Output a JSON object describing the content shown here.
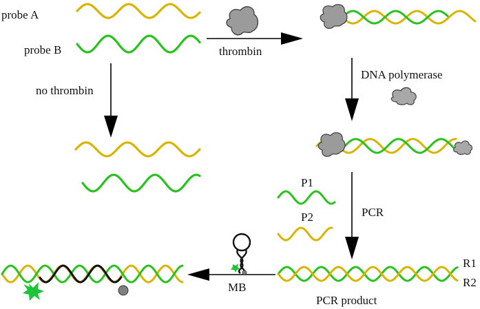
{
  "labels": {
    "probe_a": "probe A",
    "probe_b": "probe B",
    "thrombin": "thrombin",
    "no_thrombin": "no thrombin",
    "dna_polymerase": "DNA polymerase",
    "p1": "P1",
    "p2": "P2",
    "pcr": "PCR",
    "r1": "R1",
    "r2": "R2",
    "pcr_product": "PCR product",
    "mb": "MB"
  },
  "colors": {
    "yellow_strand": "#d8b400",
    "green_strand": "#27c21c",
    "black_strand": "#111111",
    "protein_fill": "#9b9b9b",
    "protein_stroke": "#444444",
    "fluorophore": "#1ec43a",
    "quencher": "#808080"
  },
  "icons": {
    "thrombin": "thrombin-protein-icon",
    "polymerase": "polymerase-cloud-icon",
    "molecular_beacon": "hairpin-beacon-icon",
    "fluorophore": "fluorophore-burst-icon",
    "quencher": "quencher-sphere-icon"
  }
}
